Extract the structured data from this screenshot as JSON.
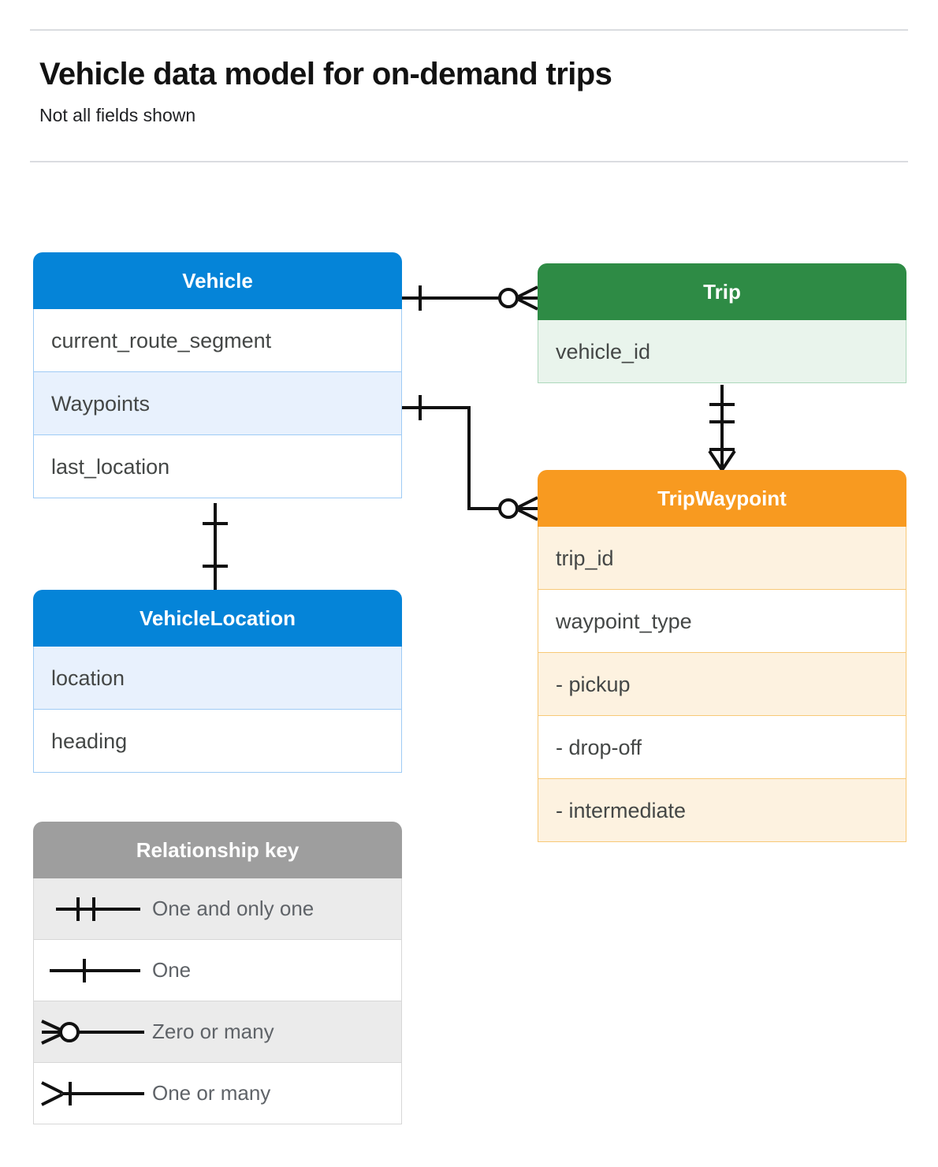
{
  "header": {
    "title": "Vehicle data model for on-demand trips",
    "subtitle": "Not all fields shown"
  },
  "entities": [
    {
      "id": "vehicle",
      "name": "Vehicle",
      "color": "#0584d8",
      "rows": [
        "current_route_segment",
        "Waypoints",
        "last_location"
      ]
    },
    {
      "id": "vehicle_location",
      "name": "VehicleLocation",
      "color": "#0584d8",
      "rows": [
        "location",
        "heading"
      ]
    },
    {
      "id": "trip",
      "name": "Trip",
      "color": "#2e8b45",
      "rows": [
        "vehicle_id"
      ]
    },
    {
      "id": "trip_waypoint",
      "name": "TripWaypoint",
      "color": "#f89a20",
      "rows": [
        "trip_id",
        "waypoint_type",
        "-  pickup",
        "-  drop-off",
        "-  intermediate"
      ]
    }
  ],
  "legend": {
    "title": "Relationship key",
    "items": [
      {
        "symbol": "one-and-only-one",
        "label": "One and only one"
      },
      {
        "symbol": "one",
        "label": "One"
      },
      {
        "symbol": "zero-or-many",
        "label": "Zero or many"
      },
      {
        "symbol": "one-or-many",
        "label": "One or many"
      }
    ]
  },
  "relationships": [
    {
      "from": "Vehicle",
      "to": "Trip",
      "from_cardinality": "one",
      "to_cardinality": "zero-or-many"
    },
    {
      "from": "Vehicle.Waypoints",
      "to": "TripWaypoint",
      "from_cardinality": "one",
      "to_cardinality": "zero-or-many"
    },
    {
      "from": "Trip",
      "to": "TripWaypoint",
      "from_cardinality": "one-and-only-one",
      "to_cardinality": "one-or-many"
    },
    {
      "from": "Vehicle",
      "to": "VehicleLocation",
      "from_cardinality": "one",
      "to_cardinality": "one"
    }
  ],
  "colors": {
    "blue": "#0584d8",
    "green": "#2e8b45",
    "orange": "#f89a20",
    "gray": "#9e9e9e",
    "rule": "#dadce0"
  }
}
